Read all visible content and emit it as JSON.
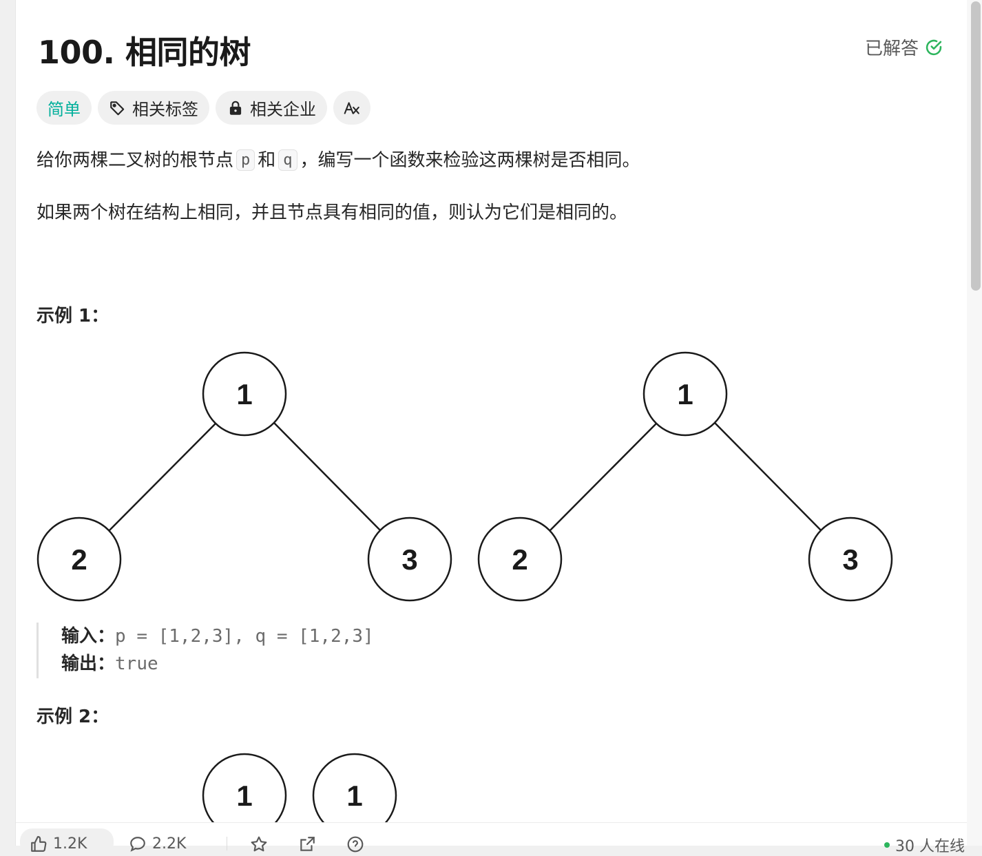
{
  "problem": {
    "title": "100. 相同的树",
    "status_label": "已解答",
    "status_color": "#2db55d",
    "tags": {
      "difficulty": "简单",
      "topics": "相关标签",
      "companies": "相关企业"
    },
    "description": [
      {
        "before": "给你两棵二叉树的根节点",
        "code1": "p",
        "mid": "和",
        "code2": "q",
        "after": "，编写一个函数来检验这两棵树是否相同。"
      },
      {
        "text": "如果两个树在结构上相同，并且节点具有相同的值，则认为它们是相同的。"
      }
    ]
  },
  "examples": [
    {
      "title": "示例 1：",
      "trees": [
        {
          "root": "1",
          "left": "2",
          "right": "3"
        },
        {
          "root": "1",
          "left": "2",
          "right": "3"
        }
      ],
      "input_label": "输入：",
      "input_value": "p = [1,2,3], q = [1,2,3]",
      "output_label": "输出：",
      "output_value": "true"
    },
    {
      "title": "示例 2：",
      "trees": [
        {
          "root": "1"
        },
        {
          "root": "1"
        }
      ]
    }
  ],
  "bottom_bar": {
    "likes": "1.2K",
    "comments": "2.2K",
    "online": "30 人在线"
  },
  "icons": {
    "status": "check-circle-icon",
    "topics": "tag-icon",
    "companies": "lock-icon",
    "translate": "translate-icon",
    "like": "thumb-up-icon",
    "comment": "comment-icon",
    "favorite": "star-icon",
    "share": "share-icon",
    "help": "help-icon"
  }
}
